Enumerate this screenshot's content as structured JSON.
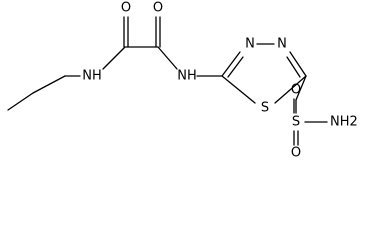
{
  "molecule": {
    "atoms": [
      {
        "id": "o_left",
        "symbol": "O"
      },
      {
        "id": "o_right",
        "symbol": "O"
      },
      {
        "id": "nh_propyl",
        "symbol": "NH"
      },
      {
        "id": "nh_amide",
        "symbol": "NH"
      },
      {
        "id": "n_ring_left",
        "symbol": "N"
      },
      {
        "id": "n_ring_right",
        "symbol": "N"
      },
      {
        "id": "s_ring",
        "symbol": "S"
      },
      {
        "id": "s_sulfonyl",
        "symbol": "S"
      },
      {
        "id": "o_sulfonyl_top",
        "symbol": "O"
      },
      {
        "id": "o_sulfonyl_bottom",
        "symbol": "O"
      },
      {
        "id": "nh2",
        "symbol": "NH2"
      }
    ]
  }
}
